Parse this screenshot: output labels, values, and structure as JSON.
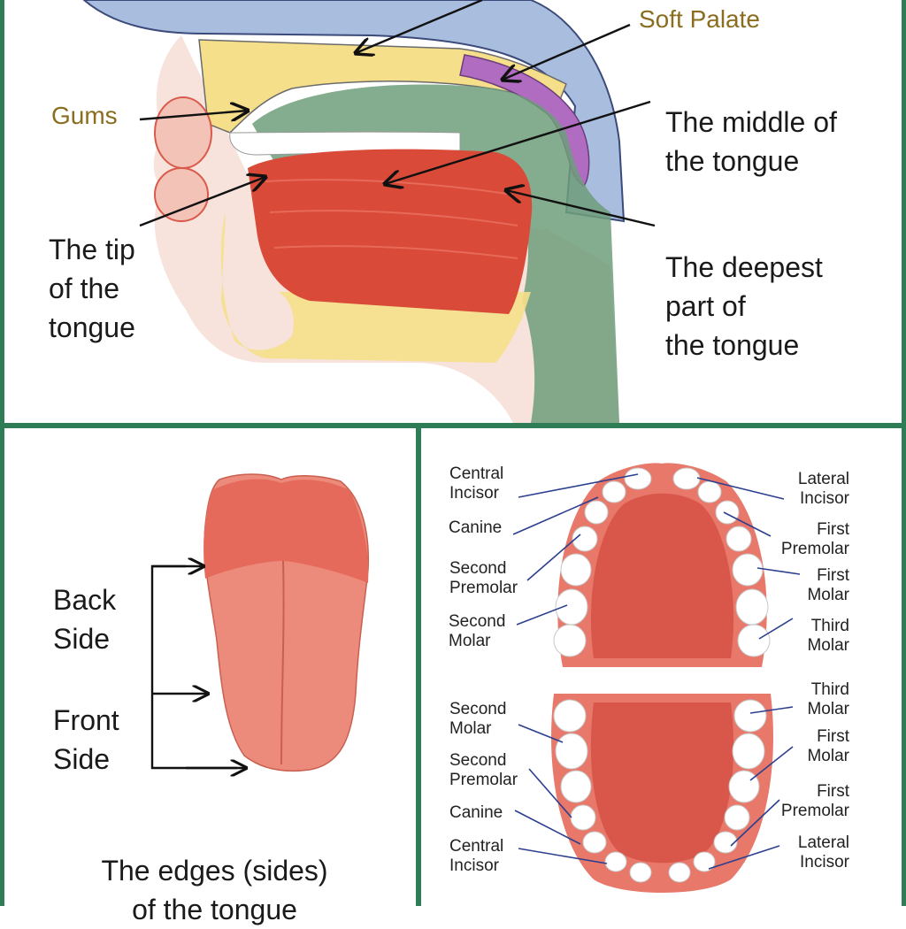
{
  "colors": {
    "frame": "#2e7d57",
    "gold_label": "#8a6d1f",
    "tongue": "#d94a38",
    "palate_hard": "#f5df8a",
    "palate_soft": "#b06cc0",
    "throat_green": "#6f9e7a",
    "nasal_blue": "#a9bedf",
    "skin": "#f3c3b8",
    "gum_pink": "#e8786a",
    "pointer_blue": "#2c3f8f"
  },
  "icons": [
    "arrow-icon",
    "bracket-icon"
  ],
  "top_panel": {
    "soft_palate": "Soft Palate",
    "gums": "Gums",
    "middle_line1": "The middle of",
    "middle_line2": "the tongue",
    "tip_line1": "The tip",
    "tip_line2": "of the",
    "tip_line3": "tongue",
    "deep_line1": "The deepest",
    "deep_line2": "part of",
    "deep_line3": "the tongue"
  },
  "left_panel": {
    "back_line1": "Back",
    "back_line2": "Side",
    "front_line1": "Front",
    "front_line2": "Side",
    "caption_line1": "The edges (sides)",
    "caption_line2": "of the tongue"
  },
  "right_panel": {
    "upper_left": [
      {
        "l1": "Central",
        "l2": "Incisor"
      },
      {
        "l1": "Canine",
        "l2": ""
      },
      {
        "l1": "Second",
        "l2": "Premolar"
      },
      {
        "l1": "Second",
        "l2": "Molar"
      }
    ],
    "upper_right": [
      {
        "l1": "Lateral",
        "l2": "Incisor"
      },
      {
        "l1": "First",
        "l2": "Premolar"
      },
      {
        "l1": "First",
        "l2": "Molar"
      },
      {
        "l1": "Third",
        "l2": "Molar"
      }
    ],
    "lower_left": [
      {
        "l1": "Second",
        "l2": "Molar"
      },
      {
        "l1": "Second",
        "l2": "Premolar"
      },
      {
        "l1": "Canine",
        "l2": ""
      },
      {
        "l1": "Central",
        "l2": "Incisor"
      }
    ],
    "lower_right": [
      {
        "l1": "Third",
        "l2": "Molar"
      },
      {
        "l1": "First",
        "l2": "Molar"
      },
      {
        "l1": "First",
        "l2": "Premolar"
      },
      {
        "l1": "Lateral",
        "l2": "Incisor"
      }
    ]
  }
}
